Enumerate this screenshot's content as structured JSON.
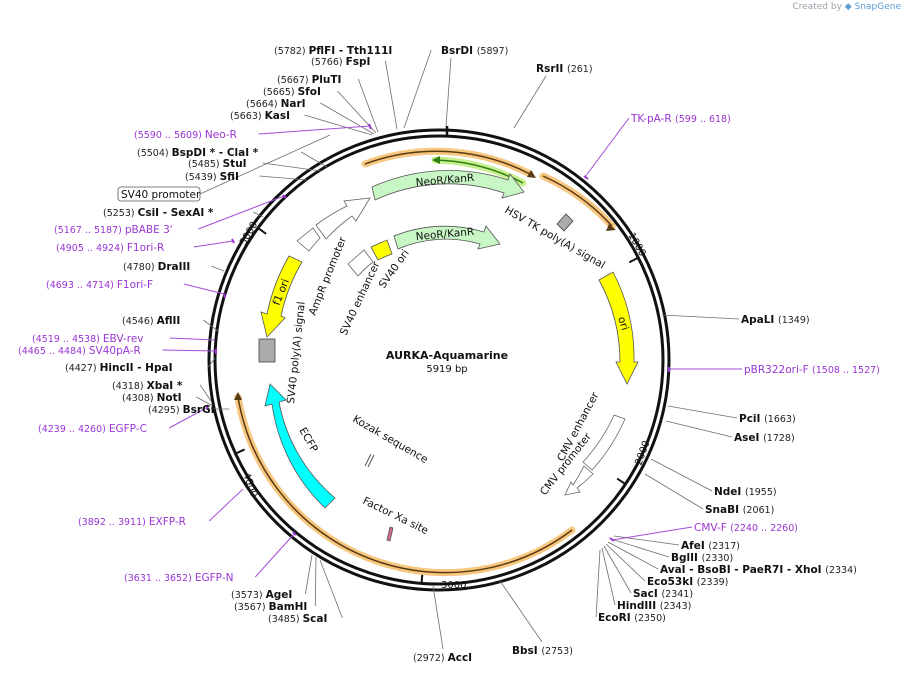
{
  "credit": {
    "prefix": "Created by",
    "brand": "SnapGene"
  },
  "plasmid": {
    "name": "AURKA-Aquamarine",
    "size_label": "5919 bp",
    "length": 5919
  },
  "ticks": [
    {
      "pos": 1000,
      "label": "1000"
    },
    {
      "pos": 2000,
      "label": "2000"
    },
    {
      "pos": 3000,
      "label": "3000"
    },
    {
      "pos": 4000,
      "label": "4000"
    },
    {
      "pos": 5000,
      "label": "5000"
    }
  ],
  "sites": [
    {
      "name": "BsrDI",
      "pos": "(5897)",
      "at": 5897
    },
    {
      "name": "RsrII",
      "pos": "(261)",
      "at": 261
    },
    {
      "name": "ApaLI",
      "pos": "(1349)",
      "at": 1349
    },
    {
      "name": "PciI",
      "pos": "(1663)",
      "at": 1663
    },
    {
      "name": "AseI",
      "pos": "(1728)",
      "at": 1728
    },
    {
      "name": "NdeI",
      "pos": "(1955)",
      "at": 1955
    },
    {
      "name": "SnaBI",
      "pos": "(2061)",
      "at": 2061
    },
    {
      "name": "AfeI",
      "pos": "(2317)",
      "at": 2317
    },
    {
      "name": "BglII",
      "pos": "(2330)",
      "at": 2330
    },
    {
      "name": "AvaI  - BsoBI  - PaeR7I  - XhoI",
      "pos": "(2334)",
      "at": 2334
    },
    {
      "name": "Eco53kI",
      "pos": "(2339)",
      "at": 2339
    },
    {
      "name": "SacI",
      "pos": "(2341)",
      "at": 2341
    },
    {
      "name": "HindIII",
      "pos": "(2343)",
      "at": 2343
    },
    {
      "name": "EcoRI",
      "pos": "(2350)",
      "at": 2350
    },
    {
      "name": "BbsI",
      "pos": "(2753)",
      "at": 2753
    },
    {
      "name": "AccI",
      "pos": "(2972)",
      "at": 2972
    },
    {
      "name": "ScaI",
      "pos": "(3485)",
      "at": 3485
    },
    {
      "name": "BamHI",
      "pos": "(3567)",
      "at": 3567
    },
    {
      "name": "AgeI",
      "pos": "(3573)",
      "at": 3573
    },
    {
      "name": "BsrGI",
      "pos": "(4295)",
      "at": 4295
    },
    {
      "name": "NotI",
      "pos": "(4308)",
      "at": 4308
    },
    {
      "name": "XbaI *",
      "pos": "(4318)",
      "at": 4318
    },
    {
      "name": "HincII  - HpaI",
      "pos": "(4427)",
      "at": 4427
    },
    {
      "name": "AflII",
      "pos": "(4546)",
      "at": 4546
    },
    {
      "name": "DraIII",
      "pos": "(4780)",
      "at": 4780
    },
    {
      "name": "CsiI  - SexAI *",
      "pos": "(5253)",
      "at": 5253
    },
    {
      "name": "SfiI",
      "pos": "(5439)",
      "at": 5439
    },
    {
      "name": "StuI",
      "pos": "(5485)",
      "at": 5485
    },
    {
      "name": "BspDI *  - ClaI *",
      "pos": "(5504)",
      "at": 5504
    },
    {
      "name": "KasI",
      "pos": "(5663)",
      "at": 5663
    },
    {
      "name": "NarI",
      "pos": "(5664)",
      "at": 5664
    },
    {
      "name": "SfoI",
      "pos": "(5665)",
      "at": 5665
    },
    {
      "name": "PluTI",
      "pos": "(5667)",
      "at": 5667
    },
    {
      "name": "FspI",
      "pos": "(5766)",
      "at": 5766
    },
    {
      "name": "PflFI  - Tth111I",
      "pos": "(5782)",
      "at": 5782
    }
  ],
  "primers": [
    {
      "name": "TK-pA-R",
      "range": "(599 .. 618)",
      "at": 608
    },
    {
      "name": "pBR322ori-F",
      "range": "(1508 .. 1527)",
      "at": 1517
    },
    {
      "name": "CMV-F",
      "range": "(2240 .. 2260)",
      "at": 2250
    },
    {
      "name": "EGFP-N",
      "range": "(3631 .. 3652)",
      "at": 3641
    },
    {
      "name": "EXFP-R",
      "range": "(3892 .. 3911)",
      "at": 3901
    },
    {
      "name": "EGFP-C",
      "range": "(4239 .. 4260)",
      "at": 4249
    },
    {
      "name": "SV40pA-R",
      "range": "(4465 .. 4484)",
      "at": 4474
    },
    {
      "name": "EBV-rev",
      "range": "(4519 .. 4538)",
      "at": 4528
    },
    {
      "name": "F1ori-F",
      "range": "(4693 .. 4714)",
      "at": 4703
    },
    {
      "name": "F1ori-R",
      "range": "(4905 .. 4924)",
      "at": 4914
    },
    {
      "name": "pBABE 3'",
      "range": "(5167 .. 5187)",
      "at": 5177
    },
    {
      "name": "Neo-R",
      "range": "(5590 .. 5609)",
      "at": 5600
    }
  ],
  "boxed_labels": [
    {
      "text": "SV40 promoter",
      "at": 5440
    }
  ],
  "features": [
    {
      "label": "HSV TK poly(A) signal"
    },
    {
      "label": "ori"
    },
    {
      "label": "CMV enhancer"
    },
    {
      "label": "CMV promoter"
    },
    {
      "label": "Kozak sequence"
    },
    {
      "label": "Factor Xa site"
    },
    {
      "label": "ECFP"
    },
    {
      "label": "SV40 poly(A) signal"
    },
    {
      "label": "f1 ori"
    },
    {
      "label": "AmpR promoter"
    },
    {
      "label": "SV40 enhancer"
    },
    {
      "label": "SV40 ori"
    },
    {
      "label": "NeoR/KanR"
    },
    {
      "label": "NeoR/KanR"
    }
  ],
  "colors": {
    "ori": "#ffff00",
    "ecfp": "#00ffff",
    "neor": "#c8f7c5",
    "promoter": "#ffffff",
    "polya": "#a9abad",
    "orf_highlight": "#f7c77f",
    "orf_line": "#5a3a12",
    "orf_green_line": "#2f7d12",
    "orf_green_glow": "#c6f08f",
    "primer": "#9a35d4"
  }
}
